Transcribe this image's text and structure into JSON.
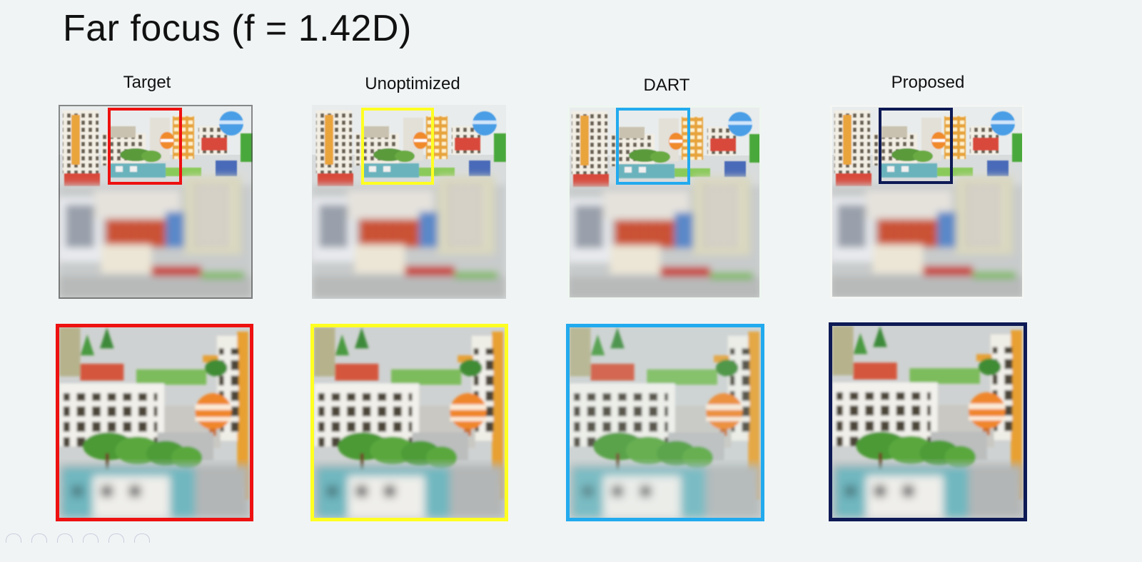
{
  "title": "Far focus (f = 1.42D)",
  "columns": [
    {
      "id": "target",
      "label": "Target",
      "color": "#ee1111"
    },
    {
      "id": "unoptimized",
      "label": "Unoptimized",
      "color": "#ffff22"
    },
    {
      "id": "dart",
      "label": "DART",
      "color": "#22aaee"
    },
    {
      "id": "proposed",
      "label": "Proposed",
      "color": "#0e1a55"
    }
  ]
}
